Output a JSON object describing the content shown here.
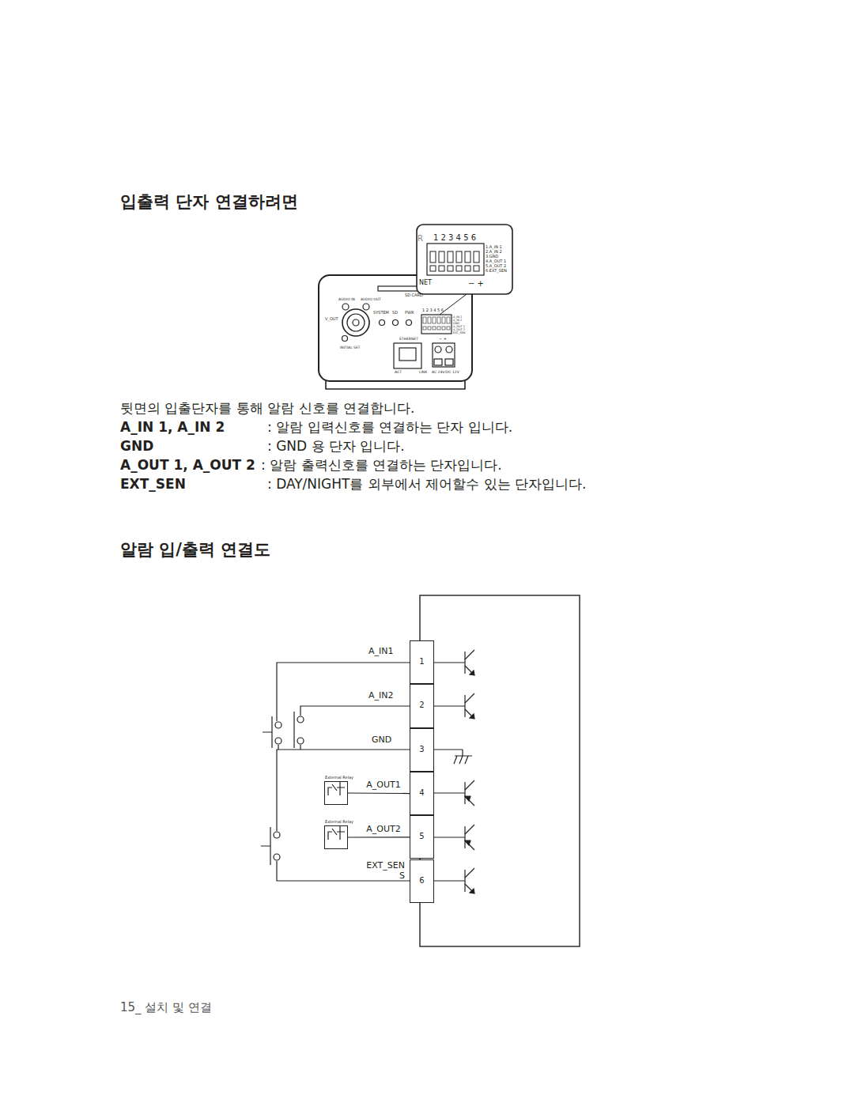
{
  "diagram": {
    "title": "입출력 단자 연결하려면",
    "nodes": [
      {
        "text": [
          "1"
        ]
      },
      {
        "text": [
          "2"
        ]
      },
      {
        "text": [
          "3"
        ]
      },
      {
        "text": [
          "4"
        ]
      },
      {
        "text": [
          "5"
        ]
      },
      {
        "text": [
          "6"
        ]
      },
      {
        "text": [
          "External Relay"
        ]
      },
      {
        "text": [
          "External Relay"
        ]
      }
    ],
    "edges": [
      {
        "from": 6,
        "to": 3,
        "label": "A_OUT1",
        "arrow": "none"
      },
      {
        "from": 7,
        "to": 4,
        "label": "A_OUT2",
        "arrow": "none"
      }
    ],
    "labels": [
      "R",
      "1 2 3 4 5 6",
      "1.A_IN 1",
      "2.A_IN 2",
      "3.GND",
      "4.A_OUT 1",
      "5.A_OUT 2",
      "6.EXT_SEN",
      "NET",
      "− +",
      "SD CARD",
      "AUDIO IN",
      "AUDIO OUT",
      "V_OUT",
      "SYSTEM",
      "SD",
      "PWR",
      "1 2 3 4 5 6",
      "ETHERNET",
      "INITIAL SET",
      "ACT",
      "LINK",
      "AC 24V/DC 12V",
      "− +",
      "A_IN 1",
      "A_IN 2",
      "GND",
      "A_OUT 1",
      "A_OUT 2",
      "EXT_SEN",
      "뒷면의 입출단자를 통해 알람 신호를 연결합니다.",
      "A_IN 1, A_IN 2",
      ": 알람 입력신호를 연결하는 단자 입니다.",
      "GND",
      ": GND 용 단자 입니다.",
      "A_OUT 1, A_OUT 2",
      ": 알람 출력신호를 연결하는 단자입니다.",
      "EXT_SEN",
      ": DAY/NIGHT를 외부에서 제어할수 있는 단자입니다.",
      "알람 입/출력 연결도",
      "A_IN1",
      "A_IN2",
      "GND",
      "EXT_SEN S",
      "15_ 설치 및 연결"
    ]
  }
}
